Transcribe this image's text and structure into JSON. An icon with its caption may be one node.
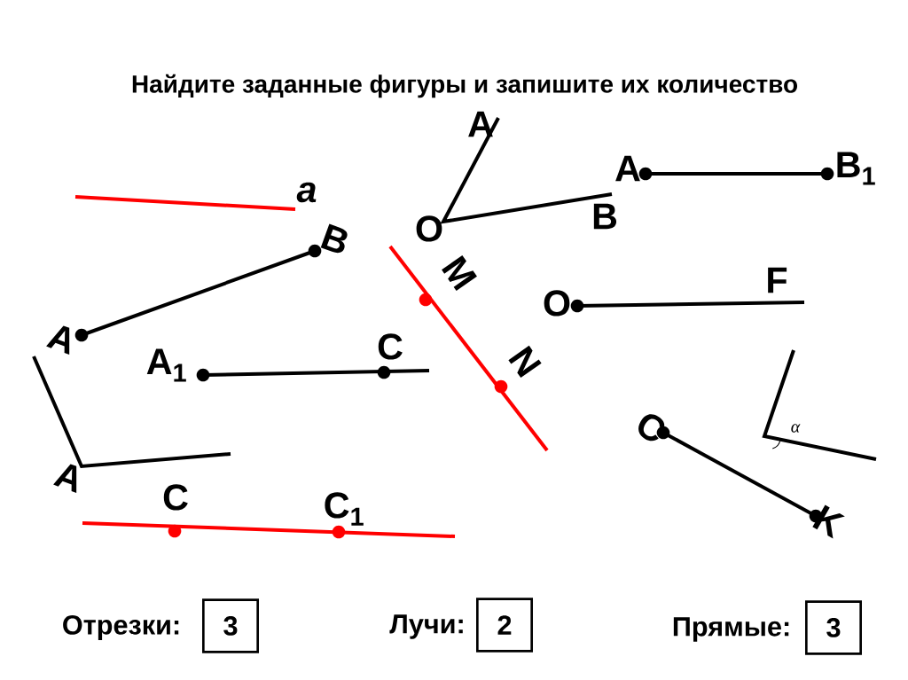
{
  "diagram": {
    "title": "Найдите заданные фигуры  и запишите их количество",
    "nodes": [
      {
        "text": [
          "3"
        ],
        "beside": [
          "Отрезки:"
        ]
      },
      {
        "text": [
          "2"
        ],
        "beside": [
          "Лучи:"
        ]
      },
      {
        "text": [
          "3"
        ],
        "beside": [
          "Прямые:"
        ]
      }
    ],
    "labels": [
      "A",
      "A",
      "B$_{1}$",
      "a",
      "B",
      "O",
      "B",
      "M",
      "F",
      "O",
      "A",
      "C",
      "A$_{1}$",
      "N",
      "α",
      "C",
      "A",
      "C",
      "C$_{1}$",
      "K"
    ]
  }
}
